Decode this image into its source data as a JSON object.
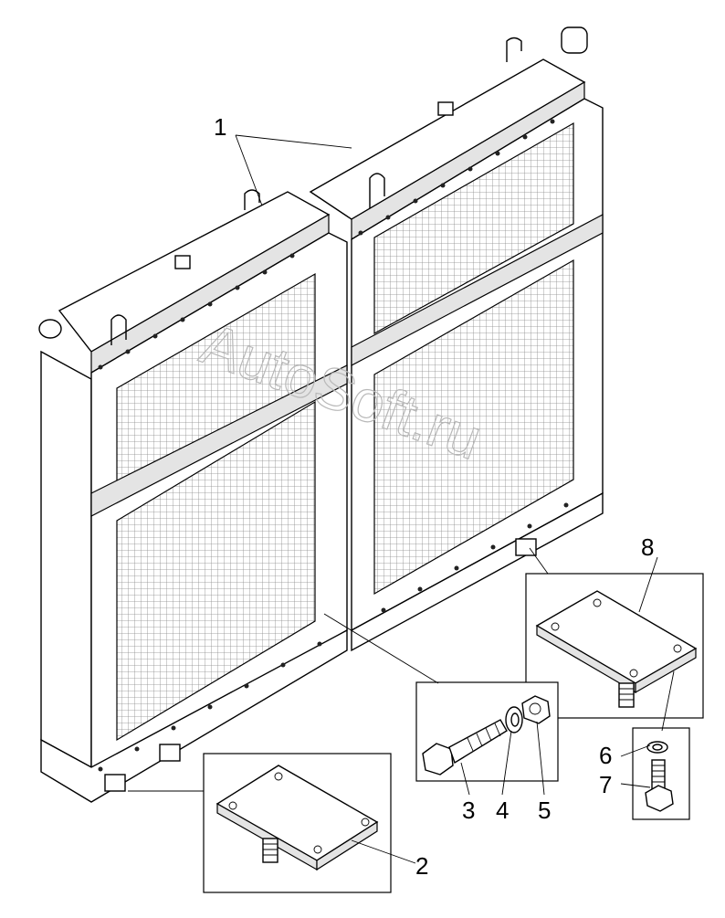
{
  "watermark": "AutoSoft.ru",
  "callouts": [
    {
      "id": "1",
      "label": "1"
    },
    {
      "id": "2",
      "label": "2"
    },
    {
      "id": "3",
      "label": "3"
    },
    {
      "id": "4",
      "label": "4"
    },
    {
      "id": "5",
      "label": "5"
    },
    {
      "id": "6",
      "label": "6"
    },
    {
      "id": "7",
      "label": "7"
    },
    {
      "id": "8",
      "label": "8"
    }
  ],
  "colors": {
    "line": "#000000",
    "mesh": "#9a9a9a",
    "watermark": "#b8b8b8"
  }
}
